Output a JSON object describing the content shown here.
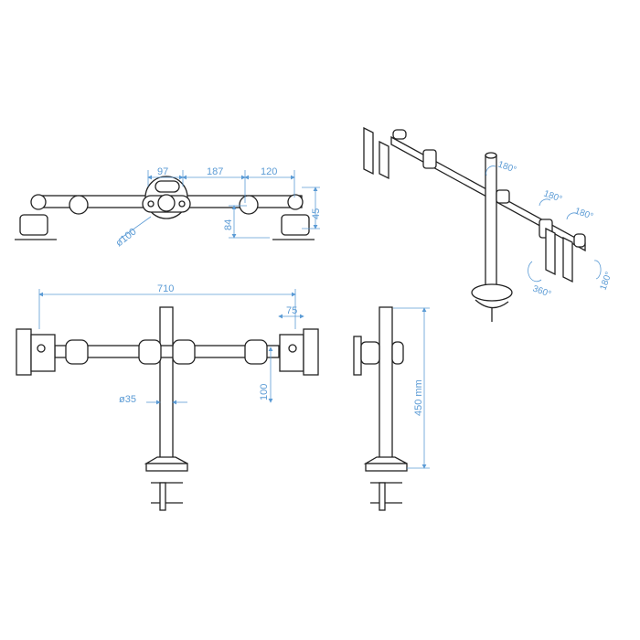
{
  "views": {
    "top": {
      "dimensions": {
        "d1": "97",
        "d2": "187",
        "d3": "120",
        "hub_diameter": "ø100",
        "height_84": "84",
        "height_45": "45"
      }
    },
    "front": {
      "dimensions": {
        "total_width": "710",
        "plate_width": "75",
        "plate_height": "100",
        "pole_diameter": "ø35"
      }
    },
    "side": {
      "dimensions": {
        "pole_height": "450 mm"
      }
    },
    "isometric": {
      "rotations": {
        "r1": "180°",
        "r2": "180°",
        "r3": "180°",
        "r4": "360°",
        "r5": "180°"
      }
    }
  },
  "colors": {
    "line": "#222222",
    "dimension": "#5b9bd5"
  }
}
